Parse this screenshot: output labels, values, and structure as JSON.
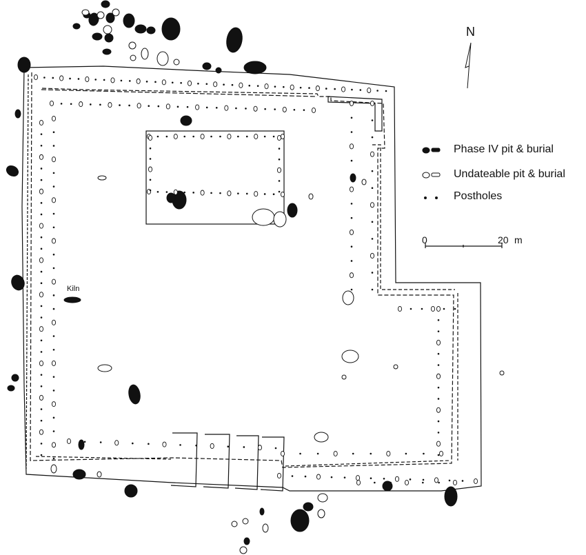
{
  "north": {
    "label": "N",
    "icon": "north-arrow-icon"
  },
  "legend": {
    "items": [
      {
        "label": "Phase IV pit & burial",
        "icon": "filled-pit-icon",
        "color": "#111111"
      },
      {
        "label": "Undateable pit & burial",
        "icon": "outline-pit-icon",
        "color": "#ffffff"
      },
      {
        "label": "Postholes",
        "icon": "posthole-dot-icon",
        "color": "#111111"
      }
    ]
  },
  "scale": {
    "start_label": "0",
    "end_label": "20",
    "unit": "m"
  },
  "labels": {
    "kiln": "Kiln"
  },
  "colors": {
    "ink": "#111111",
    "paper": "#ffffff"
  }
}
